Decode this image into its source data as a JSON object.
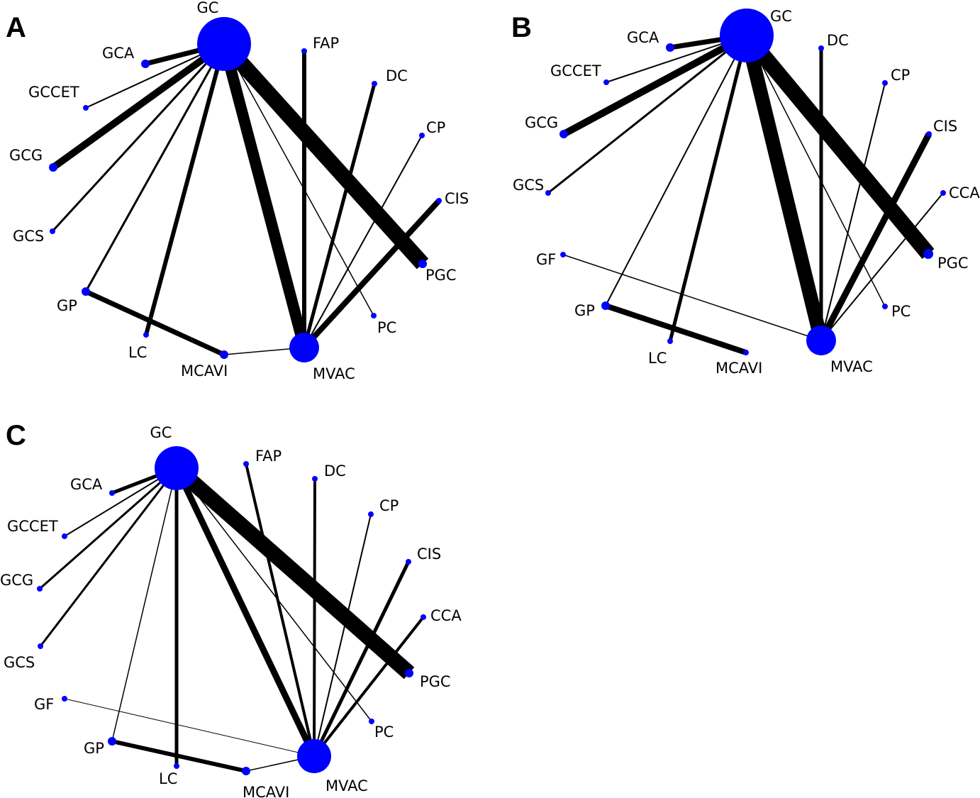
{
  "panels": [
    {
      "letter": "A",
      "nodes": [
        {
          "id": "GC",
          "label": "GC"
        },
        {
          "id": "FAP",
          "label": "FAP"
        },
        {
          "id": "DC",
          "label": "DC"
        },
        {
          "id": "CP",
          "label": "CP"
        },
        {
          "id": "CIS",
          "label": "CIS"
        },
        {
          "id": "PGC",
          "label": "PGC"
        },
        {
          "id": "PC",
          "label": "PC"
        },
        {
          "id": "MVAC",
          "label": "MVAC"
        },
        {
          "id": "MCAVI",
          "label": "MCAVI"
        },
        {
          "id": "LC",
          "label": "LC"
        },
        {
          "id": "GP",
          "label": "GP"
        },
        {
          "id": "GCS",
          "label": "GCS"
        },
        {
          "id": "GCG",
          "label": "GCG"
        },
        {
          "id": "GCCET",
          "label": "GCCET"
        },
        {
          "id": "GCA",
          "label": "GCA"
        }
      ],
      "edges": [
        {
          "from": "GC",
          "to": "GCA"
        },
        {
          "from": "GC",
          "to": "GCCET"
        },
        {
          "from": "GC",
          "to": "GCG"
        },
        {
          "from": "GC",
          "to": "GCS"
        },
        {
          "from": "GC",
          "to": "GP"
        },
        {
          "from": "GC",
          "to": "LC"
        },
        {
          "from": "GC",
          "to": "MVAC"
        },
        {
          "from": "GC",
          "to": "PGC"
        },
        {
          "from": "GC",
          "to": "PC"
        },
        {
          "from": "FAP",
          "to": "MVAC"
        },
        {
          "from": "DC",
          "to": "MVAC"
        },
        {
          "from": "CP",
          "to": "MVAC"
        },
        {
          "from": "CIS",
          "to": "MVAC"
        },
        {
          "from": "GP",
          "to": "MCAVI"
        },
        {
          "from": "MCAVI",
          "to": "MVAC"
        }
      ]
    },
    {
      "letter": "B",
      "nodes": [
        {
          "id": "GC",
          "label": "GC"
        },
        {
          "id": "DC",
          "label": "DC"
        },
        {
          "id": "CP",
          "label": "CP"
        },
        {
          "id": "CIS",
          "label": "CIS"
        },
        {
          "id": "CCA",
          "label": "CCA"
        },
        {
          "id": "PGC",
          "label": "PGC"
        },
        {
          "id": "PC",
          "label": "PC"
        },
        {
          "id": "MVAC",
          "label": "MVAC"
        },
        {
          "id": "MCAVI",
          "label": "MCAVI"
        },
        {
          "id": "LC",
          "label": "LC"
        },
        {
          "id": "GP",
          "label": "GP"
        },
        {
          "id": "GF",
          "label": "GF"
        },
        {
          "id": "GCS",
          "label": "GCS"
        },
        {
          "id": "GCG",
          "label": "GCG"
        },
        {
          "id": "GCCET",
          "label": "GCCET"
        },
        {
          "id": "GCA",
          "label": "GCA"
        }
      ],
      "edges": [
        {
          "from": "GC",
          "to": "GCA"
        },
        {
          "from": "GC",
          "to": "GCCET"
        },
        {
          "from": "GC",
          "to": "GCG"
        },
        {
          "from": "GC",
          "to": "GCS"
        },
        {
          "from": "GC",
          "to": "GP"
        },
        {
          "from": "GC",
          "to": "LC"
        },
        {
          "from": "GC",
          "to": "MVAC"
        },
        {
          "from": "GC",
          "to": "PGC"
        },
        {
          "from": "GC",
          "to": "PC"
        },
        {
          "from": "DC",
          "to": "MVAC"
        },
        {
          "from": "CP",
          "to": "MVAC"
        },
        {
          "from": "CIS",
          "to": "MVAC"
        },
        {
          "from": "CCA",
          "to": "MVAC"
        },
        {
          "from": "GF",
          "to": "MVAC"
        },
        {
          "from": "GP",
          "to": "MCAVI"
        }
      ]
    },
    {
      "letter": "C",
      "nodes": [
        {
          "id": "GC",
          "label": "GC"
        },
        {
          "id": "FAP",
          "label": "FAP"
        },
        {
          "id": "DC",
          "label": "DC"
        },
        {
          "id": "CP",
          "label": "CP"
        },
        {
          "id": "CIS",
          "label": "CIS"
        },
        {
          "id": "CCA",
          "label": "CCA"
        },
        {
          "id": "PGC",
          "label": "PGC"
        },
        {
          "id": "PC",
          "label": "PC"
        },
        {
          "id": "MVAC",
          "label": "MVAC"
        },
        {
          "id": "MCAVI",
          "label": "MCAVI"
        },
        {
          "id": "LC",
          "label": "LC"
        },
        {
          "id": "GP",
          "label": "GP"
        },
        {
          "id": "GF",
          "label": "GF"
        },
        {
          "id": "GCS",
          "label": "GCS"
        },
        {
          "id": "GCG",
          "label": "GCG"
        },
        {
          "id": "GCCET",
          "label": "GCCET"
        },
        {
          "id": "GCA",
          "label": "GCA"
        }
      ],
      "edges": [
        {
          "from": "GC",
          "to": "GCA"
        },
        {
          "from": "GC",
          "to": "GCCET"
        },
        {
          "from": "GC",
          "to": "GCG"
        },
        {
          "from": "GC",
          "to": "GCS"
        },
        {
          "from": "GC",
          "to": "GP"
        },
        {
          "from": "GC",
          "to": "LC"
        },
        {
          "from": "GC",
          "to": "MVAC"
        },
        {
          "from": "GC",
          "to": "PGC"
        },
        {
          "from": "GC",
          "to": "PC"
        },
        {
          "from": "FAP",
          "to": "MVAC"
        },
        {
          "from": "DC",
          "to": "MVAC"
        },
        {
          "from": "CP",
          "to": "MVAC"
        },
        {
          "from": "CIS",
          "to": "MVAC"
        },
        {
          "from": "CCA",
          "to": "MVAC"
        },
        {
          "from": "GF",
          "to": "MVAC"
        },
        {
          "from": "GP",
          "to": "MCAVI"
        },
        {
          "from": "MCAVI",
          "to": "MVAC"
        }
      ]
    }
  ],
  "colors": {
    "node": "#0000ff",
    "edge": "#000000",
    "faint_edge": "#9a9a9a"
  }
}
